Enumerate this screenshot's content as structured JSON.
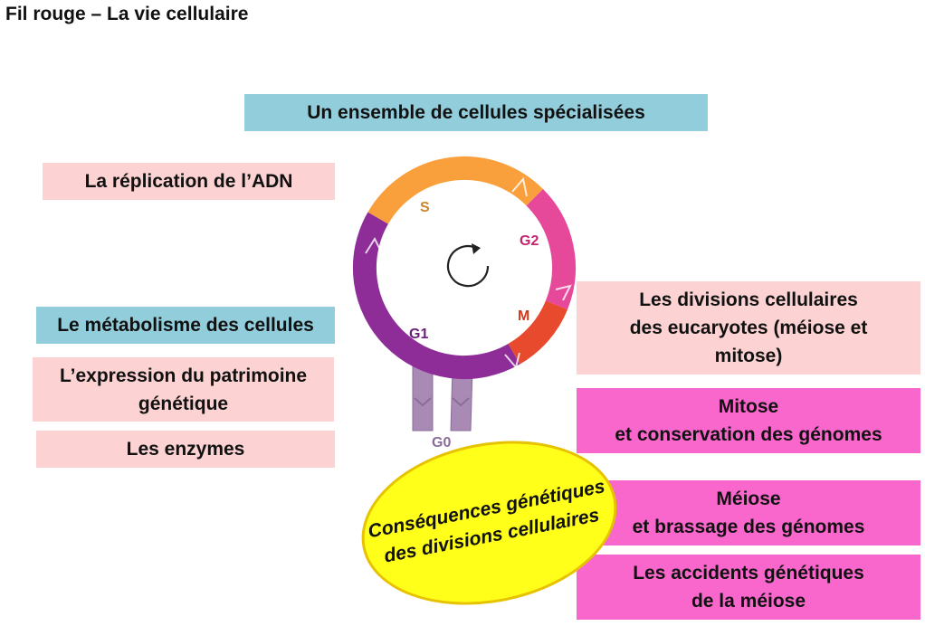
{
  "title": "Fil rouge – La vie cellulaire",
  "top_box": "Un ensemble de cellules spécialisées",
  "left_boxes": {
    "replication": "La réplication de l’ADN",
    "metabolisme": "Le métabolisme des cellules",
    "expression_line1": "L’expression du patrimoine",
    "expression_line2": "génétique",
    "enzymes": "Les enzymes"
  },
  "right_boxes": {
    "divisions_line1": "Les divisions cellulaires",
    "divisions_line2": "des eucaryotes (méiose et",
    "divisions_line3": "mitose)",
    "mitose_line1": "Mitose",
    "mitose_line2": "et conservation des génomes",
    "meiose_line1": "Méiose",
    "meiose_line2": "et brassage des génomes",
    "accidents_line1": "Les accidents génétiques",
    "accidents_line2": "de la méiose"
  },
  "ellipse": {
    "line1": "Conséquences génétiques",
    "line2": "des divisions cellulaires"
  },
  "cell_cycle": {
    "phases": {
      "S": "S",
      "G2": "G2",
      "M": "M",
      "G1": "G1",
      "G0": "G0"
    },
    "colors": {
      "S": "#f9a03c",
      "G2": "#e6489a",
      "M": "#e84a2e",
      "G1": "#8e2c98",
      "G0": "#a98ab5",
      "label_S": "#c9862a",
      "label_G2": "#c2256e",
      "label_M": "#d0381c",
      "label_G1": "#6a1f78",
      "label_G0": "#8a6c98"
    },
    "center_icon": "circular-arrow-icon"
  },
  "colors": {
    "blue_box": "#92cddc",
    "rose_box": "#fcd2d2",
    "magenta_box": "#f966cc",
    "ellipse_fill": "#ffff1a"
  }
}
